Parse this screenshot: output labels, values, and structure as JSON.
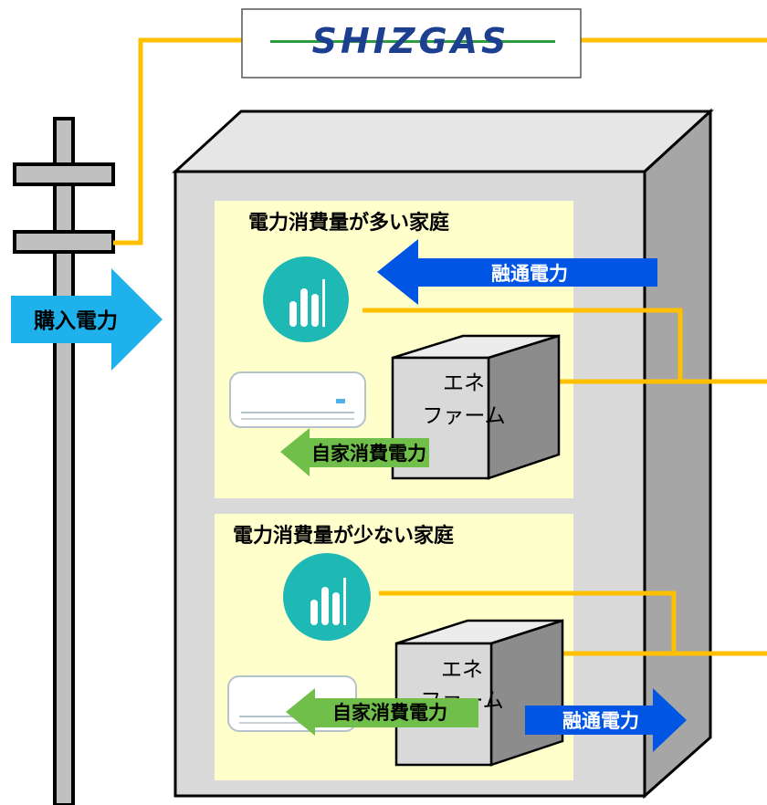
{
  "logo": {
    "text": "SHIZGAS",
    "color": "#1c3f8f",
    "accent": "#2e9b3f"
  },
  "grid": {
    "purchased_power": "購入電力"
  },
  "household_high": {
    "title": "電力消費量が多い家庭",
    "interchange_in": "融通電力",
    "self_consumption": "自家消費電力",
    "enefarm_line1": "エネ",
    "enefarm_line2": "ファーム"
  },
  "household_low": {
    "title": "電力消費量が少ない家庭",
    "interchange_out": "融通電力",
    "self_consumption": "自家消費電力",
    "enefarm_line1": "エネ",
    "enefarm_line2": "ファーム"
  },
  "colors": {
    "gas_line": "#ffc000",
    "building_front": "#d9d9d9",
    "building_side": "#a6a6a6",
    "household_bg": "#ffffcc",
    "blue_arrow": "#0055e5",
    "cyan_arrow": "#1fb1ec",
    "green_arrow": "#6fbf4a",
    "meter_icon": "#1fb9b5"
  }
}
